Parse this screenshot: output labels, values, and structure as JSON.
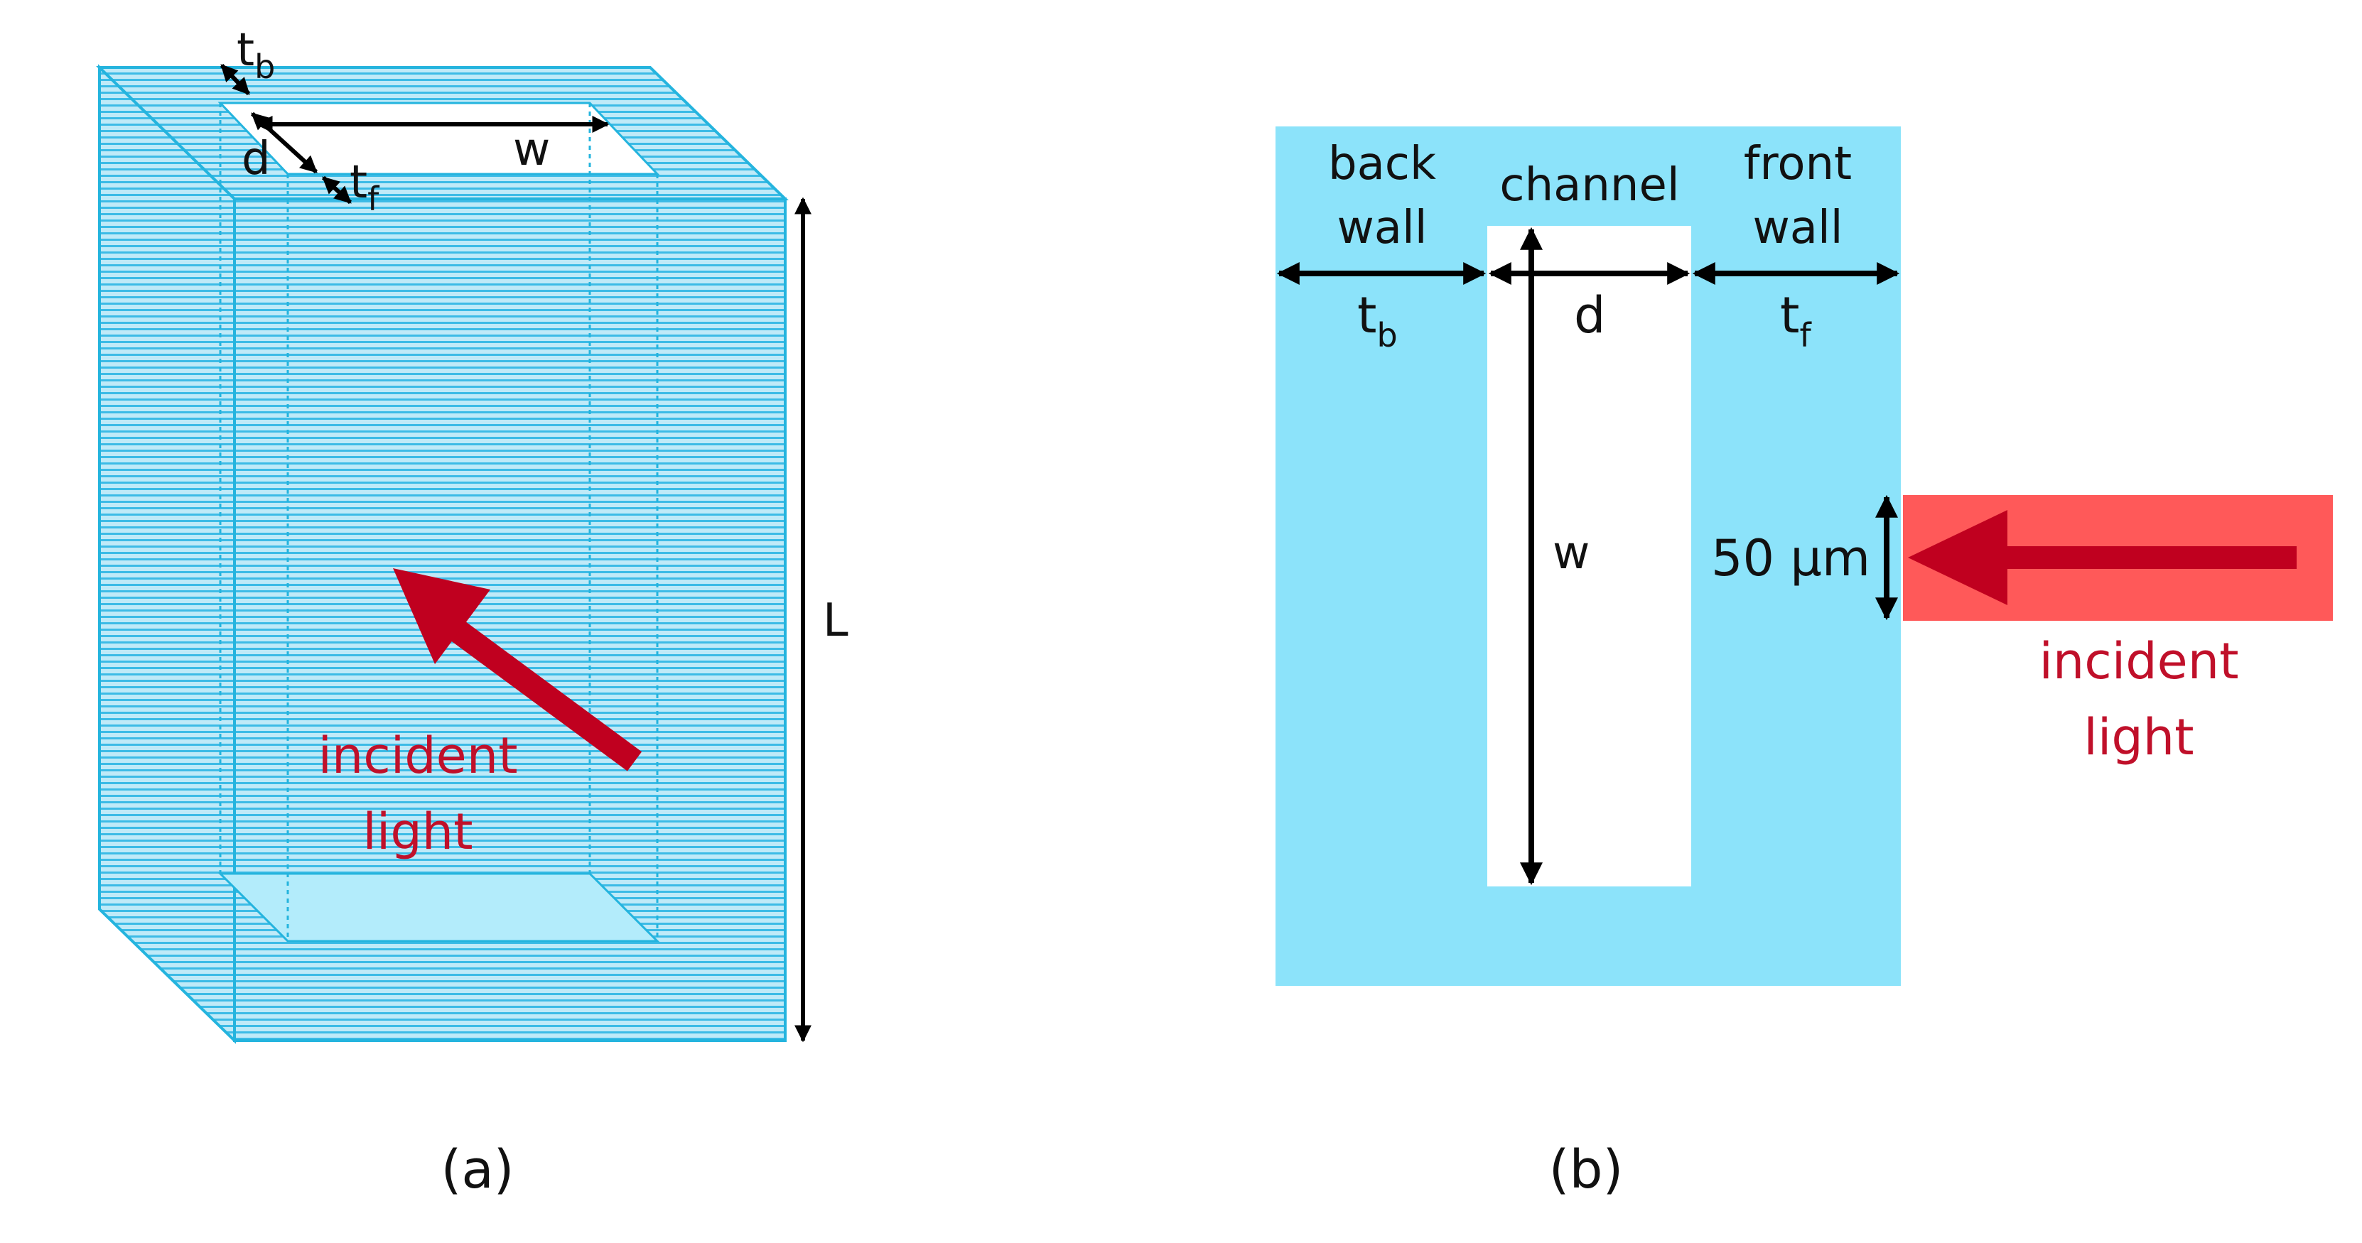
{
  "colors": {
    "wall": "#8ce3fa",
    "wall_stroke": "#24b4de",
    "hatch": "#3cbbe6",
    "channel": "#ffffff",
    "arrow_red": "#c0001f",
    "beam": "#ff5959",
    "dim_line": "#000000",
    "label_red": "#c0102a"
  },
  "panel_a": {
    "caption": "(a)",
    "label_t": "t",
    "sub_b": "b",
    "sub_f": "f",
    "label_d": "d",
    "label_w": "w",
    "label_L": "L",
    "incident_line1": "incident",
    "incident_line2": "light"
  },
  "panel_b": {
    "caption": "(b)",
    "back_wall_line1": "back",
    "back_wall_line2": "wall",
    "channel_label": "channel",
    "front_wall_line1": "front",
    "front_wall_line2": "wall",
    "label_t": "t",
    "sub_b": "b",
    "sub_f": "f",
    "label_d": "d",
    "label_w": "w",
    "beam_width": "50 μm",
    "incident_line1": "incident",
    "incident_line2": "light"
  }
}
